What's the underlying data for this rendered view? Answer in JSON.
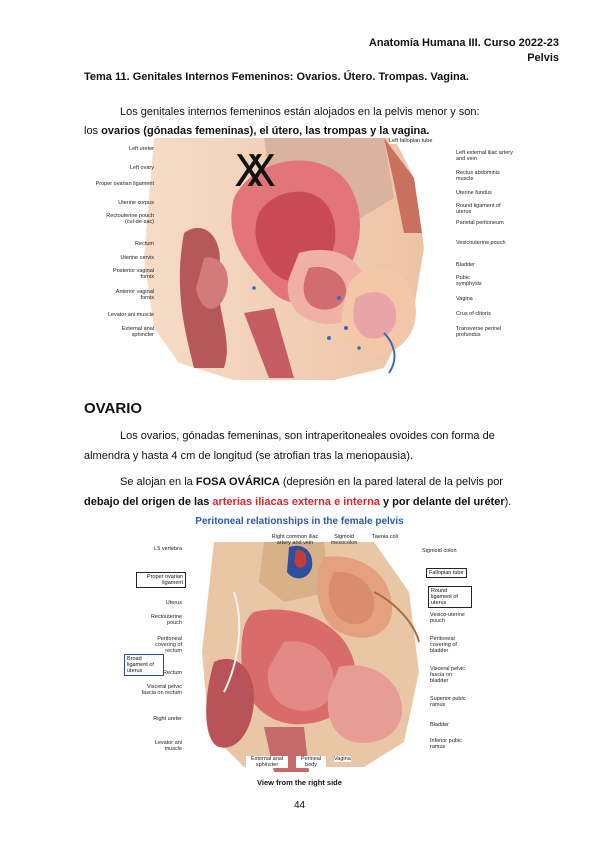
{
  "header": {
    "line1": "Anatomía Humana III. Curso 2022-23",
    "line2": "Pelvis"
  },
  "tema": "Tema 11. Genitales Internos Femeninos: Ovarios. Útero. Trompas. Vagina.",
  "intro": {
    "line1": "Los genitales internos femeninos están alojados en la pelvis menor y son:",
    "line2_pre": "los ",
    "line2_bold": "ovarios (gónadas femeninas), el útero, las trompas y la vagina."
  },
  "figure1": {
    "mark": "XX",
    "labels_left": [
      "Left ureter",
      "Left ovary",
      "Proper ovarian ligament",
      "Uterine corpus",
      "Rectouterine pouch (cul-de-sac)",
      "Rectum",
      "Uterine cervix",
      "Posterior vaginal fornix",
      "Anterior vaginal fornix",
      "Levator ani muscle",
      "External anal sphincter"
    ],
    "labels_right": [
      "Left fallopian tube",
      "Left external iliac artery and vein",
      "Rectus abdominis muscle",
      "Uterine fundus",
      "Round ligament of uterus",
      "Parietal peritoneum",
      "Vesicouterine pouch",
      "Bladder",
      "Pubic symphysis",
      "Vagina",
      "Crus of clitoris",
      "Transverse perinel profundus"
    ]
  },
  "section_title": "OVARIO",
  "ovario": {
    "p1": "Los ovarios, gónadas femeninas, son intraperitoneales ovoides con forma de almendra y hasta 4 cm de longitud (se atrofian tras la menopausia).",
    "p2_a": "Se alojan en la ",
    "p2_b": "FOSA OVÁRICA",
    "p2_c": " (depresión en la pared lateral de la pelvis por ",
    "p2_d": "debajo del origen de las ",
    "p2_e": "arterias iliacas externa e interna",
    "p2_f": " y por delante del uréter",
    "p2_g": ")."
  },
  "figure2": {
    "title": "Peritoneal relationships in the female pelvis",
    "labels_top": [
      "L5 vertebra",
      "Right common iliac artery and vein",
      "Sigmoid mesocolon",
      "Taenia coli",
      "Sigmoid colon"
    ],
    "boxed_left": [
      "Proper ovarian ligament"
    ],
    "labels_left": [
      "Uterus",
      "Rectouterine pouch",
      "Peritoneal covering of rectum",
      "Rectum",
      "Visceral pelvic fascia on rectum",
      "Right ureter",
      "Levator ani muscle"
    ],
    "boxed_broad": "Broad ligament of uterus",
    "boxed_right": [
      "Fallopian tube",
      "Round ligament of uterus"
    ],
    "labels_right": [
      "Vesico-uterine pouch",
      "Peritoneal covering of bladder",
      "Visceral pelvic fascia on bladder",
      "Superior pubic ramus",
      "Bladder",
      "Inferior pubic ramus"
    ],
    "labels_bottom": [
      "External anal sphincter",
      "Perineal body",
      "Vagina"
    ],
    "caption": "View from the right side"
  },
  "page_number": "44"
}
